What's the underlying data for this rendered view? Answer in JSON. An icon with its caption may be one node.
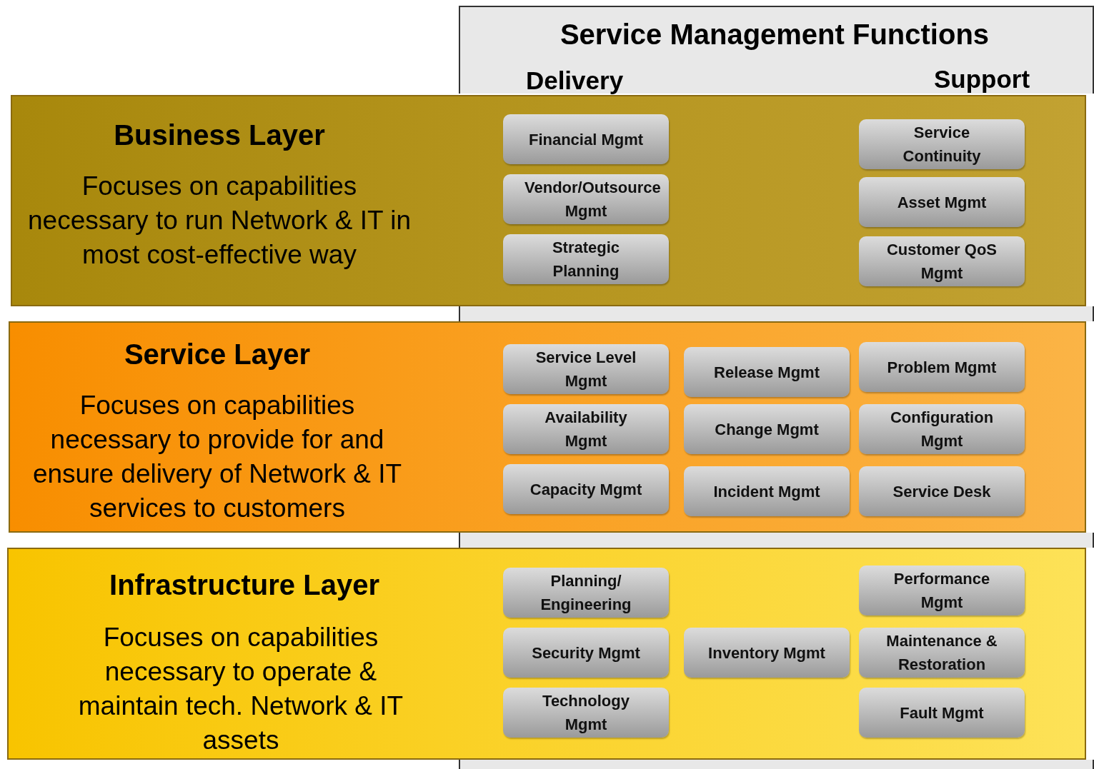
{
  "diagram": {
    "nodes": [
      {
        "text": [
          "Service Management Functions",
          "Delivery",
          "Support"
        ]
      },
      {
        "text": [
          "Business Layer",
          "Focuses on capabilities necessary to run Network & IT in most cost-effective way"
        ]
      },
      {
        "text": [
          "Financial Mgmt"
        ],
        "in": 1
      },
      {
        "text": [
          "Service Continuity"
        ],
        "in": 1
      },
      {
        "text": [
          "Vendor/Outsource Mgmt"
        ],
        "in": 1
      },
      {
        "text": [
          "Asset Mgmt"
        ],
        "in": 1
      },
      {
        "text": [
          "Strategic Planning"
        ],
        "in": 1
      },
      {
        "text": [
          "Customer QoS Mgmt"
        ],
        "in": 1
      },
      {
        "text": [
          "Service Layer",
          "Focuses on capabilities necessary to provide for and ensure delivery of Network & IT services to customers"
        ]
      },
      {
        "text": [
          "Service Level Mgmt"
        ],
        "in": 8
      },
      {
        "text": [
          "Release Mgmt"
        ],
        "in": 8
      },
      {
        "text": [
          "Problem Mgmt"
        ],
        "in": 8
      },
      {
        "text": [
          "Availability Mgmt"
        ],
        "in": 8
      },
      {
        "text": [
          "Change Mgmt"
        ],
        "in": 8
      },
      {
        "text": [
          "Configuration Mgmt"
        ],
        "in": 8
      },
      {
        "text": [
          "Capacity Mgmt"
        ],
        "in": 8
      },
      {
        "text": [
          "Incident Mgmt"
        ],
        "in": 8
      },
      {
        "text": [
          "Service Desk"
        ],
        "in": 8
      },
      {
        "text": [
          "Infrastructure Layer",
          "Focuses on capabilities necessary to operate & maintain tech. Network & IT assets"
        ]
      },
      {
        "text": [
          "Planning/ Engineering"
        ],
        "in": 18
      },
      {
        "text": [
          "Performance Mgmt"
        ],
        "in": 18
      },
      {
        "text": [
          "Security Mgmt"
        ],
        "in": 18
      },
      {
        "text": [
          "Inventory Mgmt"
        ],
        "in": 18
      },
      {
        "text": [
          "Maintenance & Restoration"
        ],
        "in": 18
      },
      {
        "text": [
          "Technology Mgmt"
        ],
        "in": 18
      },
      {
        "text": [
          "Fault Mgmt"
        ],
        "in": 18
      }
    ]
  }
}
